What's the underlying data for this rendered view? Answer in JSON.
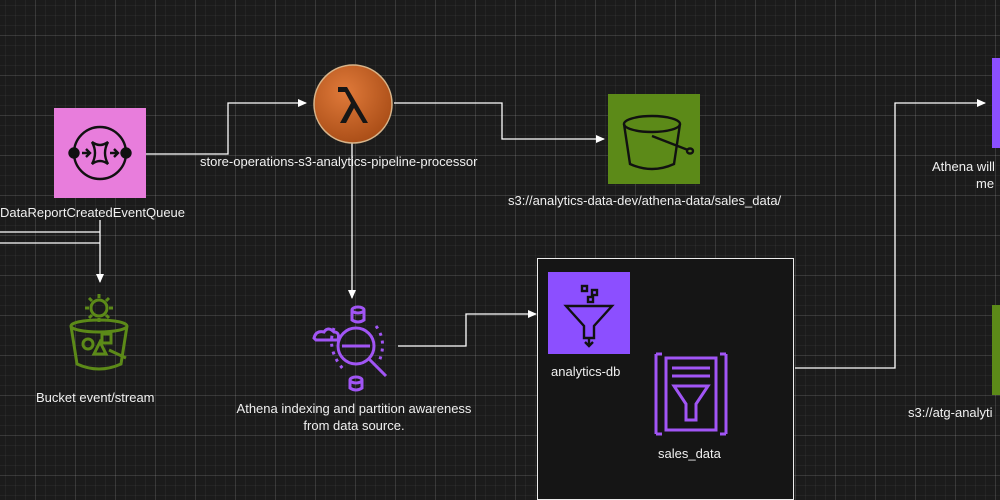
{
  "colors": {
    "sqs": "#e87ddc",
    "lambda": "#c8642a",
    "s3": "#5c8a18",
    "analytics": "#8c4fff",
    "connector": "#ffffff"
  },
  "nodes": {
    "queue": {
      "label": "DataReportCreatedEventQueue",
      "icon": "sqs-queue-icon"
    },
    "lambda": {
      "label": "store-operations-s3-analytics-pipeline-processor",
      "icon": "lambda-icon"
    },
    "bucket_output": {
      "label": "s3://analytics-data-dev/athena-data/sales_data/",
      "icon": "s3-bucket-icon"
    },
    "bucket_event": {
      "label": "Bucket event/stream",
      "icon": "s3-bucket-event-icon"
    },
    "athena": {
      "label_line1": "Athena indexing and partition awareness",
      "label_line2": "from data source.",
      "icon": "athena-search-icon"
    },
    "glue_db": {
      "label": "analytics-db",
      "icon": "glue-database-icon"
    },
    "glue_table": {
      "label": "sales_data",
      "icon": "glue-table-icon"
    },
    "right_top": {
      "label_line1": "Athena will",
      "label_line2": "me"
    },
    "right_bottom": {
      "label": "s3://atg-analyti"
    }
  }
}
